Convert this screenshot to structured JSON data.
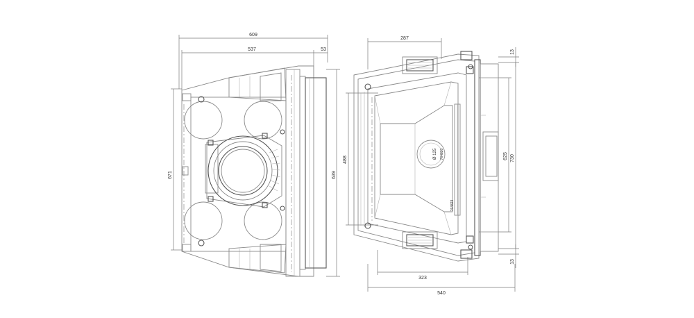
{
  "dimensions": {
    "left_total_width": "609",
    "left_body_width": "537",
    "left_flange_depth": "53",
    "left_total_height": "671",
    "left_front_height": "639",
    "right_top_width": "287",
    "right_top_offset": "13",
    "right_inner_height": "488",
    "right_opening_height": "625",
    "right_total_height": "730",
    "right_bottom_offset": "13",
    "right_bottom_width": "323",
    "right_total_width": "540"
  },
  "labels": {
    "diameter_value": "Ø 125",
    "model_code": "764820",
    "model_code_bottom": "764823"
  },
  "colors": {
    "line": "#8a8a8a",
    "dark_line": "#555555",
    "text": "#333333",
    "background": "#ffffff"
  }
}
